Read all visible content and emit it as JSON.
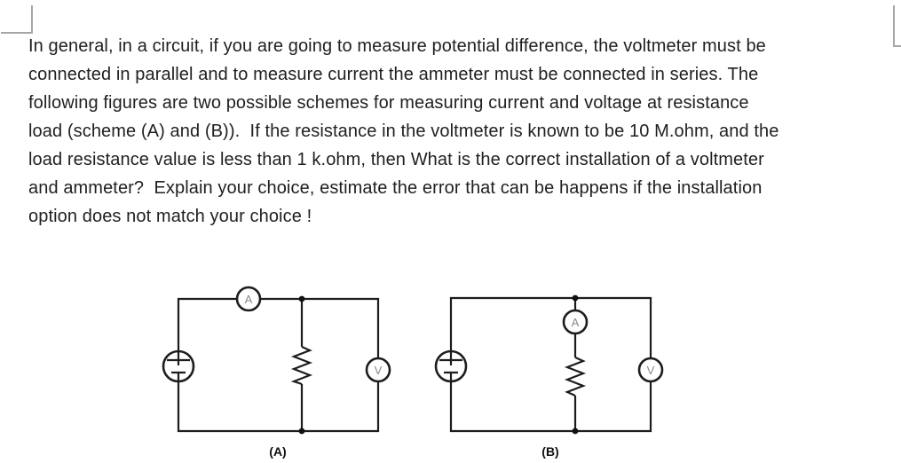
{
  "question": {
    "lines": [
      "In general, in a circuit, if you are going to measure potential difference, the voltmeter must be",
      "connected in parallel and to measure current the ammeter must be connected in series. The",
      "following figures are two possible schemes for measuring current and voltage at resistance",
      "load (scheme (A) and (B)).  If the resistance in the voltmeter is known to be 10 M.ohm, and the",
      "load resistance value is less than 1 k.ohm, then What is the correct installation of a voltmeter",
      "and ammeter?  Explain your choice, estimate the error that can be happens if the installation",
      "option does not match your choice !"
    ]
  },
  "figure": {
    "circuits": [
      {
        "label": "(A)",
        "ammeter_label": "A",
        "voltmeter_label": "V"
      },
      {
        "label": "(B)",
        "ammeter_label": "A",
        "voltmeter_label": "V"
      }
    ],
    "wire_color": "#1d1d1d",
    "meter_letter_color": "#8a8a8a"
  },
  "decorations": {
    "corner_mark_color": "#a6a6a6"
  }
}
